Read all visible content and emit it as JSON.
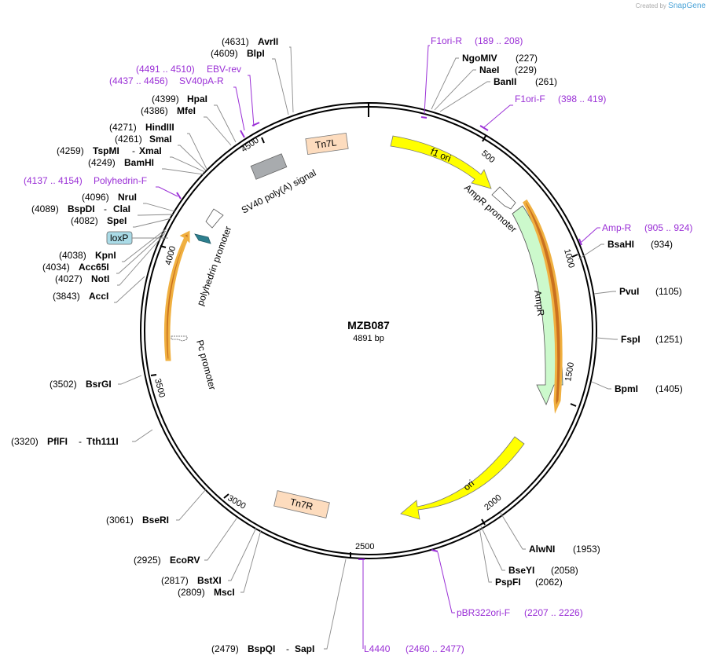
{
  "branding": {
    "created_by": "Created by",
    "app": "SnapGene"
  },
  "plasmid": {
    "name": "MZB087",
    "length": "4891 bp"
  },
  "ticks": [
    "500",
    "1000",
    "1500",
    "2000",
    "2500",
    "3000",
    "3500",
    "4000",
    "4500"
  ],
  "enzymes": [
    {
      "name": "AvrII",
      "pos": "(4631)"
    },
    {
      "name": "BlpI",
      "pos": "(4609)"
    },
    {
      "name": "HpaI",
      "pos": "(4399)"
    },
    {
      "name": "MfeI",
      "pos": "(4386)"
    },
    {
      "name": "HindIII",
      "pos": "(4271)"
    },
    {
      "name": "SmaI",
      "pos": "(4261)"
    },
    {
      "name": "TspMI",
      "pos": "(4259)",
      "alt": "XmaI"
    },
    {
      "name": "BamHI",
      "pos": "(4249)"
    },
    {
      "name": "NruI",
      "pos": "(4096)"
    },
    {
      "name": "BspDI",
      "pos": "(4089)",
      "alt": "ClaI"
    },
    {
      "name": "SpeI",
      "pos": "(4082)"
    },
    {
      "name": "KpnI",
      "pos": "(4038)"
    },
    {
      "name": "Acc65I",
      "pos": "(4034)"
    },
    {
      "name": "NotI",
      "pos": "(4027)"
    },
    {
      "name": "AccI",
      "pos": "(3843)"
    },
    {
      "name": "BsrGI",
      "pos": "(3502)"
    },
    {
      "name": "PflFI",
      "pos": "(3320)",
      "alt": "Tth111I"
    },
    {
      "name": "BseRI",
      "pos": "(3061)"
    },
    {
      "name": "EcoRV",
      "pos": "(2925)"
    },
    {
      "name": "BstXI",
      "pos": "(2817)"
    },
    {
      "name": "MscI",
      "pos": "(2809)"
    },
    {
      "name": "BspQI",
      "pos": "(2479)",
      "alt": "SapI"
    },
    {
      "name": "NgoMIV",
      "pos": "(227)"
    },
    {
      "name": "NaeI",
      "pos": "(229)"
    },
    {
      "name": "BanII",
      "pos": "(261)"
    },
    {
      "name": "BsaHI",
      "pos": "(934)"
    },
    {
      "name": "PvuI",
      "pos": "(1105)"
    },
    {
      "name": "FspI",
      "pos": "(1251)"
    },
    {
      "name": "BpmI",
      "pos": "(1405)"
    },
    {
      "name": "AlwNI",
      "pos": "(1953)"
    },
    {
      "name": "BseYI",
      "pos": "(2058)"
    },
    {
      "name": "PspFI",
      "pos": "(2062)"
    }
  ],
  "primers": [
    {
      "name": "EBV-rev",
      "range": "(4491 .. 4510)"
    },
    {
      "name": "SV40pA-R",
      "range": "(4437 .. 4456)"
    },
    {
      "name": "Polyhedrin-F",
      "range": "(4137 .. 4154)"
    },
    {
      "name": "F1ori-R",
      "range": "(189 .. 208)"
    },
    {
      "name": "F1ori-F",
      "range": "(398 .. 419)"
    },
    {
      "name": "Amp-R",
      "range": "(905 .. 924)"
    },
    {
      "name": "pBR322ori-F",
      "range": "(2207 .. 2226)"
    },
    {
      "name": "L4440",
      "range": "(2460 .. 2477)"
    }
  ],
  "features": {
    "f1ori": "f1 ori",
    "amp_promoter": "AmpR promoter",
    "ampr": "AmpR",
    "ori": "ori",
    "tn7l": "Tn7L",
    "tn7r": "Tn7R",
    "sv40": "SV40 poly(A) signal",
    "polyhedrin": "polyhedrin promoter",
    "pc": "Pc promoter",
    "loxp": "loxP"
  },
  "colors": {
    "f1ori": "#ffff00",
    "ampr": "#ccf9cc",
    "tn7": "#fddcbe",
    "sv40": "#a8abae",
    "loxp": "#aadbe7",
    "orf_outline": "#f0b040",
    "primer": "#9a2fd6",
    "polyhedrin_arrow": "#2d7f8e"
  }
}
